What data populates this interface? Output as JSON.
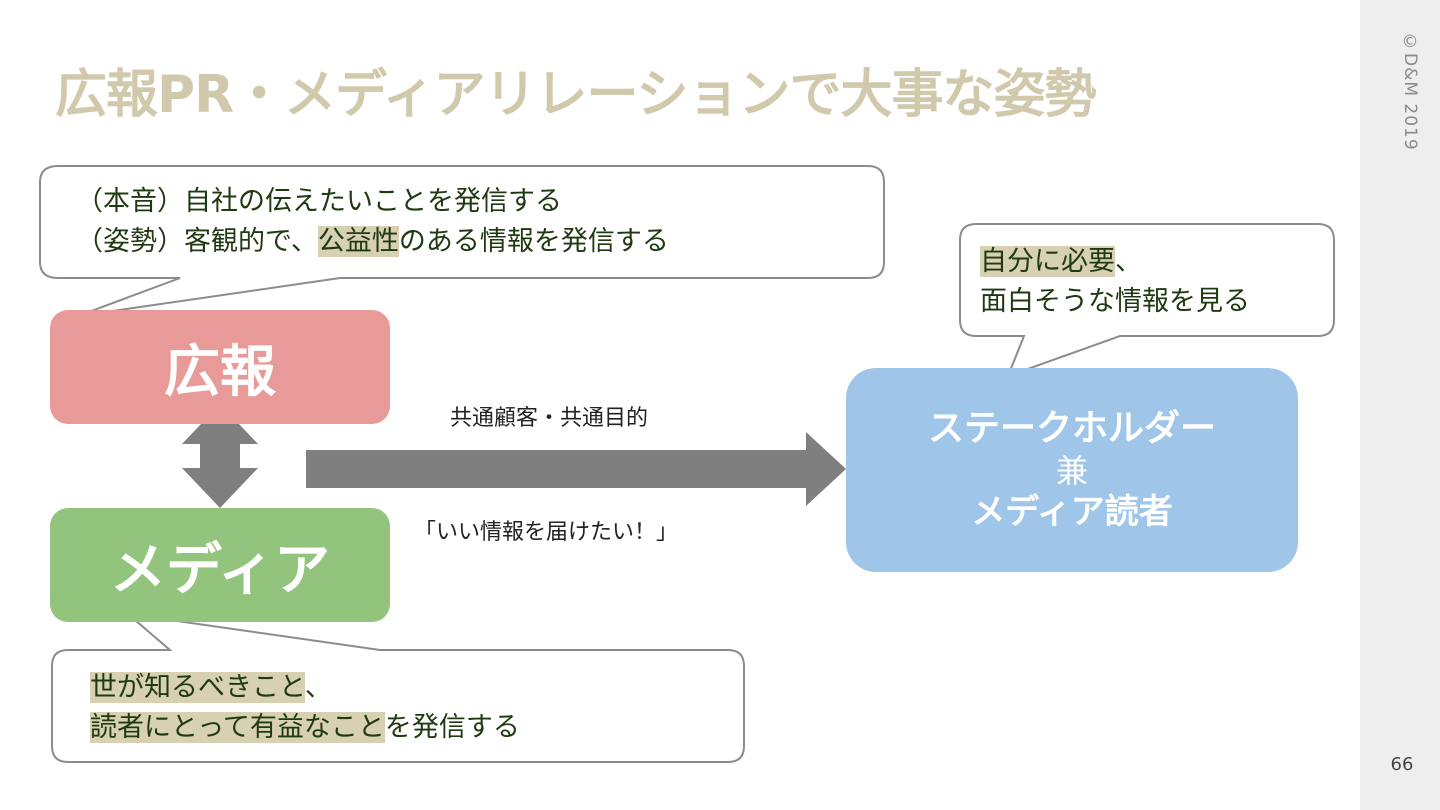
{
  "title": "広報PR・メディアリレーションで大事な姿勢",
  "copyright": "©D&M 2019",
  "page_number": "66",
  "nodes": {
    "pr": "広報",
    "media": "メディア",
    "stakeholder": {
      "line1": "ステークホルダー",
      "line2": "兼",
      "line3": "メディア読者"
    }
  },
  "edge_labels": {
    "top": "共通顧客・共通目的",
    "bottom": "「いい情報を届けたい！」"
  },
  "bubbles": {
    "pr": {
      "line1": "（本音）自社の伝えたいことを発信する",
      "line2_pre": "（姿勢）客観的で、",
      "line2_hl": "公益性",
      "line2_post": "のある情報を発信する"
    },
    "stakeholder": {
      "line1_hl": "自分に必要",
      "line1_post": "、",
      "line2": "面白そうな情報を見る"
    },
    "media": {
      "line1_hl": "世が知るべきこと",
      "line1_post": "、",
      "line2_hl": "読者にとって有益なこと",
      "line2_post": "を発信する"
    }
  },
  "colors": {
    "title": "#d0c9ac",
    "pr_box": "#e89a98",
    "media_box": "#93c47d",
    "stakeholder_box": "#9fc5e8",
    "arrow": "#7f7f7f",
    "highlight": "#d8d0b3"
  }
}
